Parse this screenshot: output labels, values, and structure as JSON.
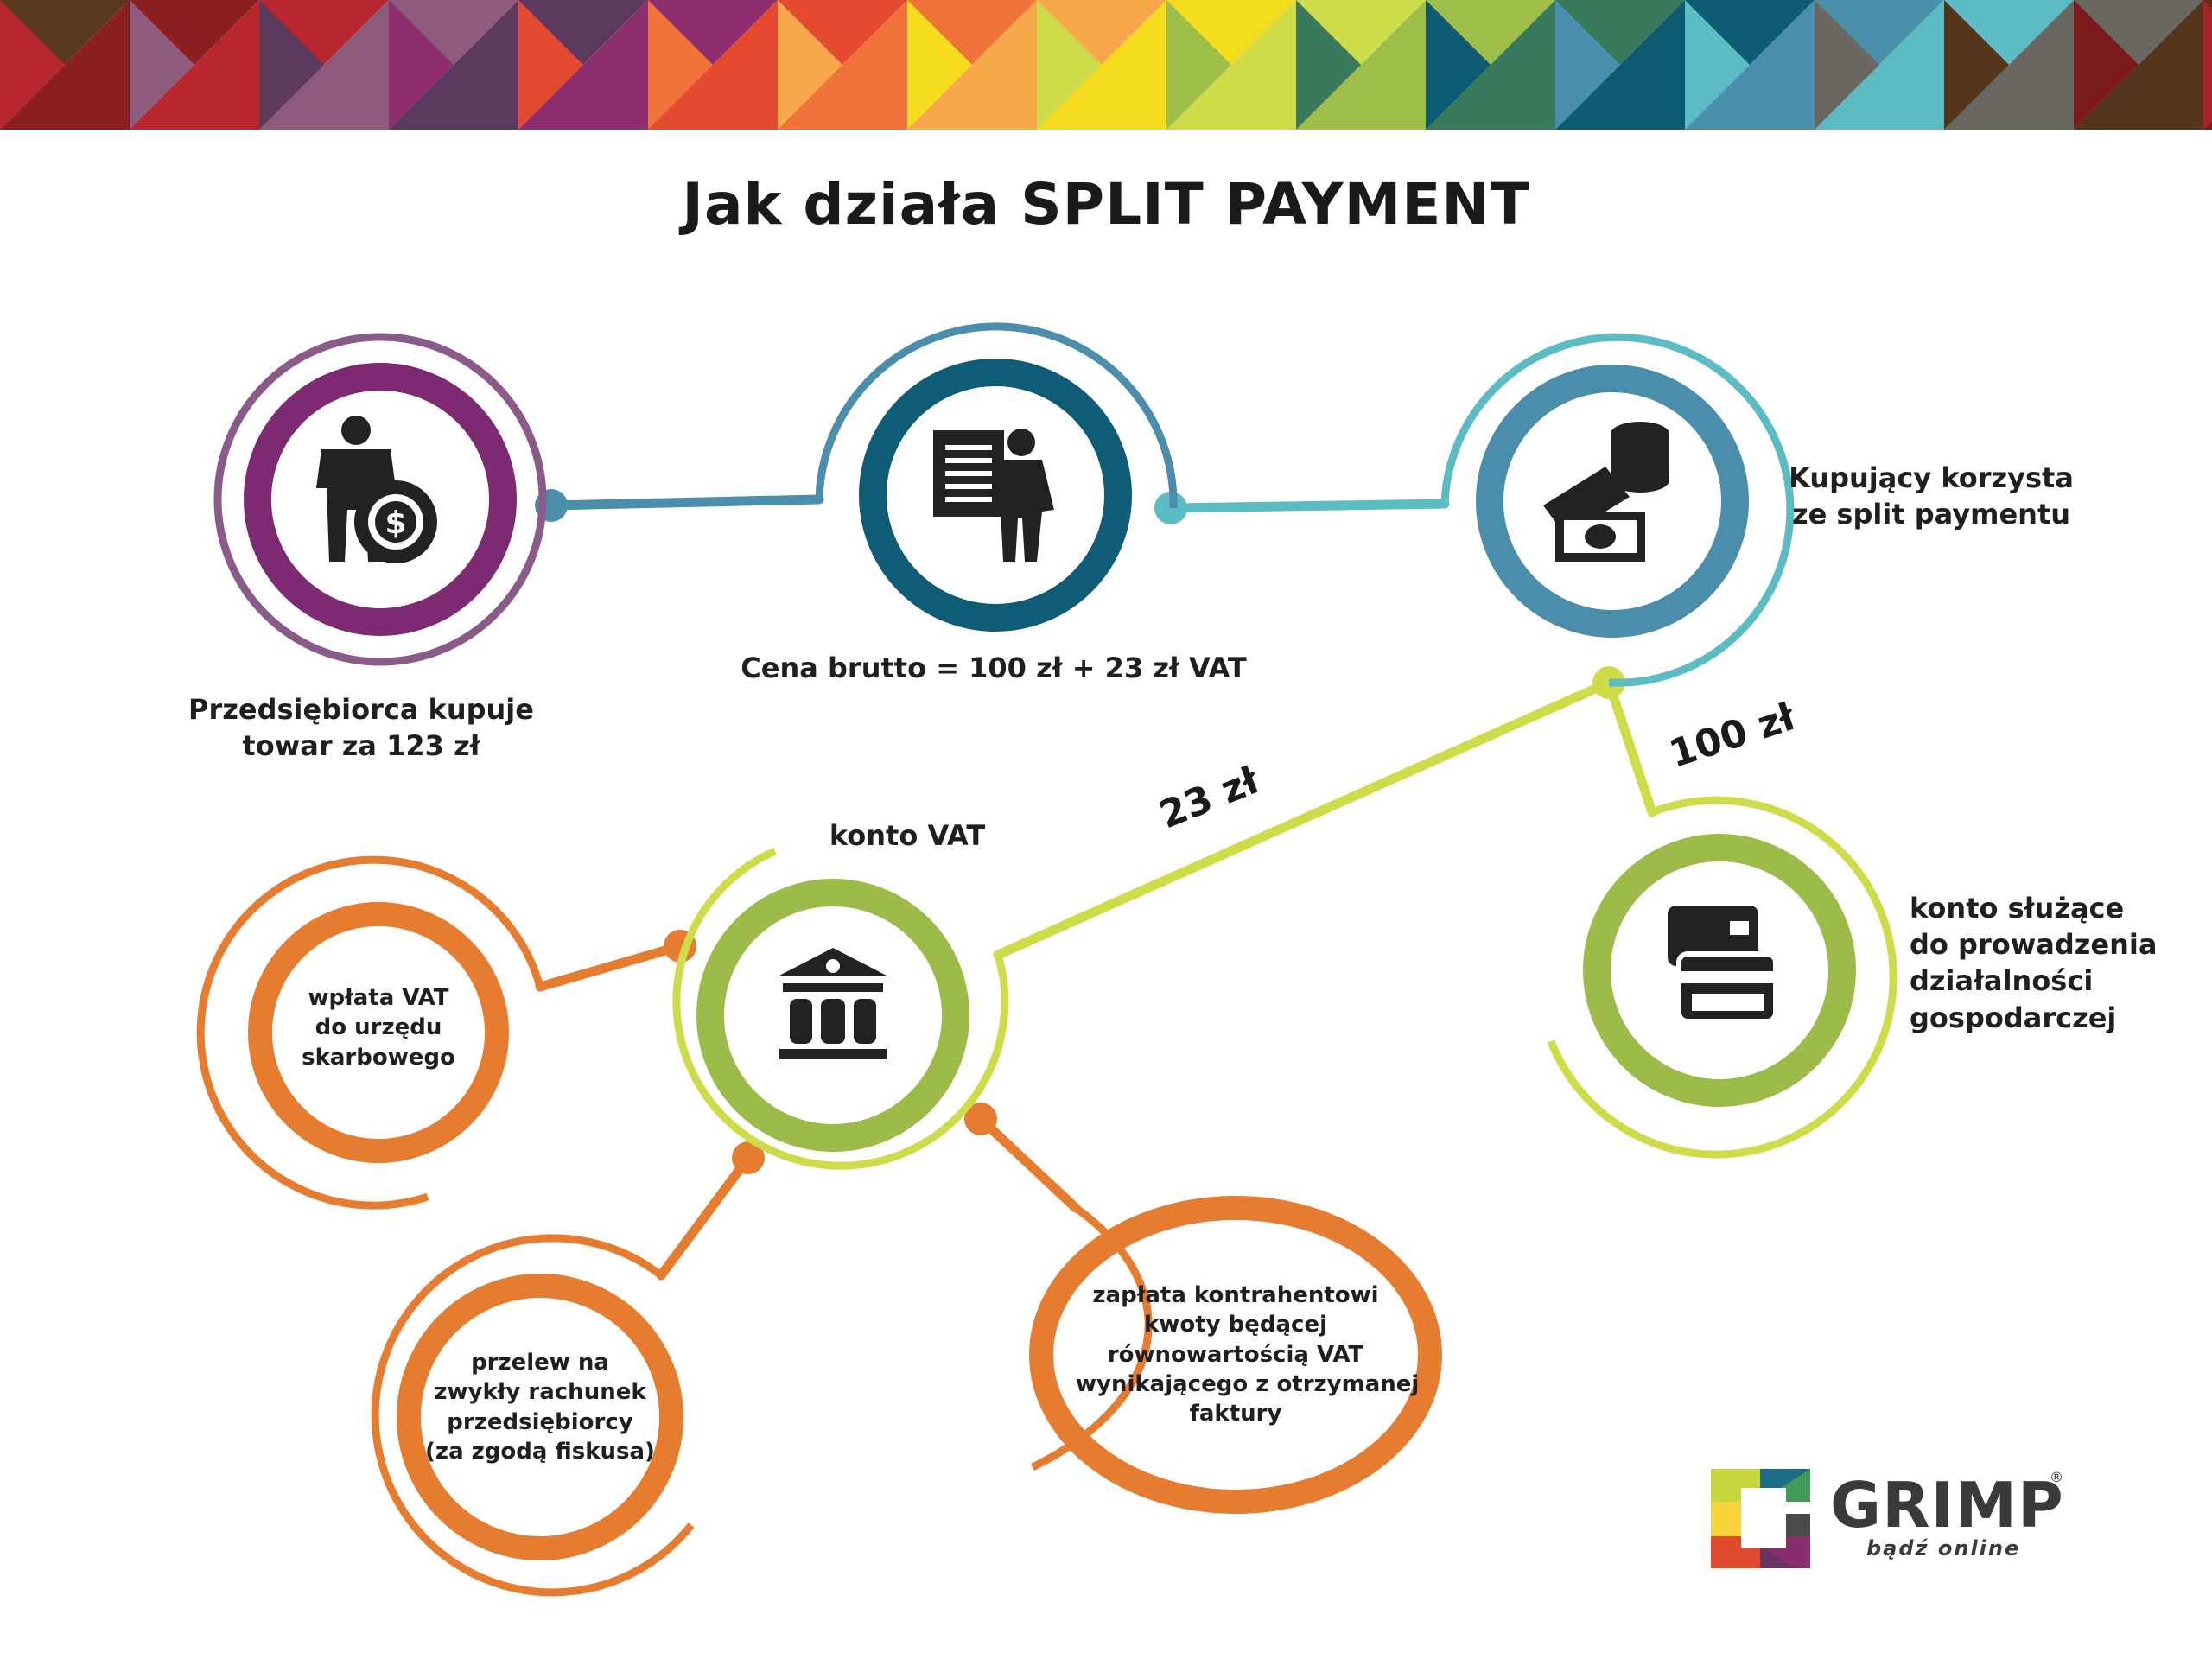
{
  "title": "Jak działa SPLIT PAYMENT",
  "nodes": {
    "buyer": {
      "lines": [
        "Przedsiębiorca kupuje",
        "towar za 123 zł"
      ]
    },
    "price": {
      "lines": [
        "Cena brutto = 100 zł + 23 zł VAT"
      ]
    },
    "split": {
      "lines": [
        "Kupujący korzysta",
        "ze split paymentu"
      ]
    },
    "vat_account": {
      "lines": [
        "konto VAT"
      ]
    },
    "business_account": {
      "lines": [
        "konto służące",
        "do prowadzenia",
        "działalności",
        "gospodarczej"
      ]
    },
    "tax_office": {
      "lines": [
        "wpłata VAT",
        "do urzędu",
        "skarbowego"
      ]
    },
    "transfer": {
      "lines": [
        "przelew na",
        "zwykły rachunek",
        "przedsiębiorcy",
        "(za zgodą fiskusa)"
      ]
    },
    "contractor": {
      "lines": [
        "zapłata kontrahentowi",
        "kwoty będącej",
        "równowartością VAT",
        "wynikającego z otrzymanej",
        "faktury"
      ]
    }
  },
  "amounts": {
    "vat": "23 zł",
    "net": "100 zł"
  },
  "icons": {
    "buyer": "businessman-dollar-icon",
    "price": "document-businessman-icon",
    "split": "coins-banknotes-icon",
    "vat_account": "bank-building-icon",
    "business_account": "credit-cards-icon"
  },
  "colors": {
    "purple": "#7e2a72",
    "teal_dark": "#0e5c75",
    "blue": "#4a8eab",
    "lime": "#cfdc4a",
    "olive": "#9cbb48",
    "orange": "#e67c30",
    "text": "#1f1f1f"
  },
  "logo": {
    "name": "GRIMP",
    "reg": "®",
    "tagline": "bądź online"
  }
}
